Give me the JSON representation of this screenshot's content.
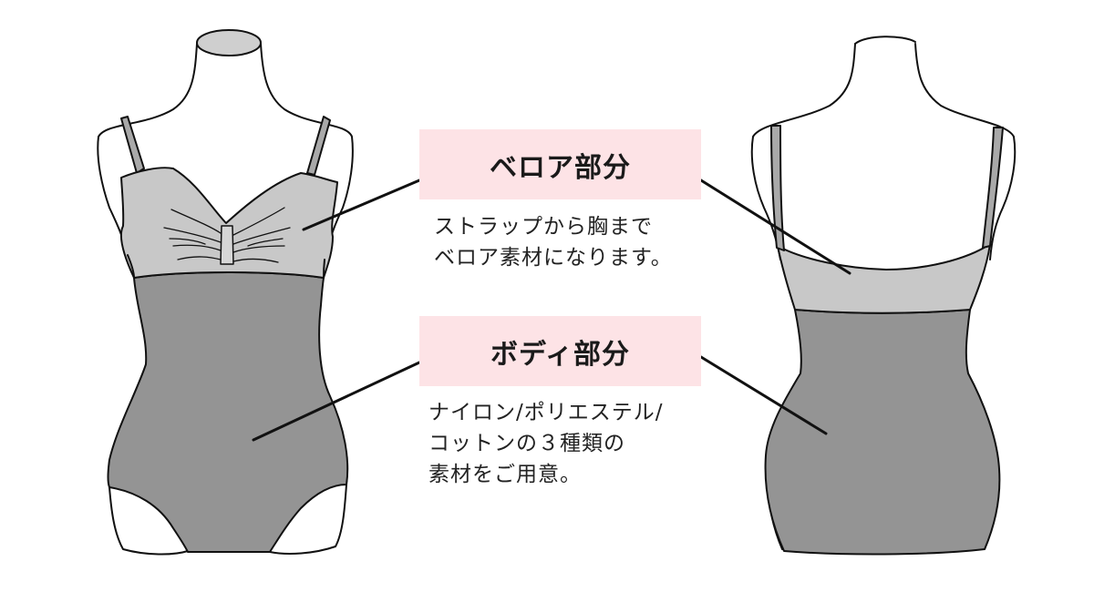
{
  "velour": {
    "title": "ベロア部分",
    "lines": [
      "ストラップから胸まで",
      "ベロア素材になります。"
    ]
  },
  "body": {
    "title": "ボディ部分",
    "lines": [
      "ナイロン/ポリエステル/",
      "コットンの３種類の",
      "素材をご用意。"
    ]
  },
  "colors": {
    "label_bg": "#fde3e6",
    "velour_fill": "#c8c8c8",
    "body_fill": "#949494",
    "strap_fill": "#a9a9a9",
    "outline": "#111111"
  }
}
